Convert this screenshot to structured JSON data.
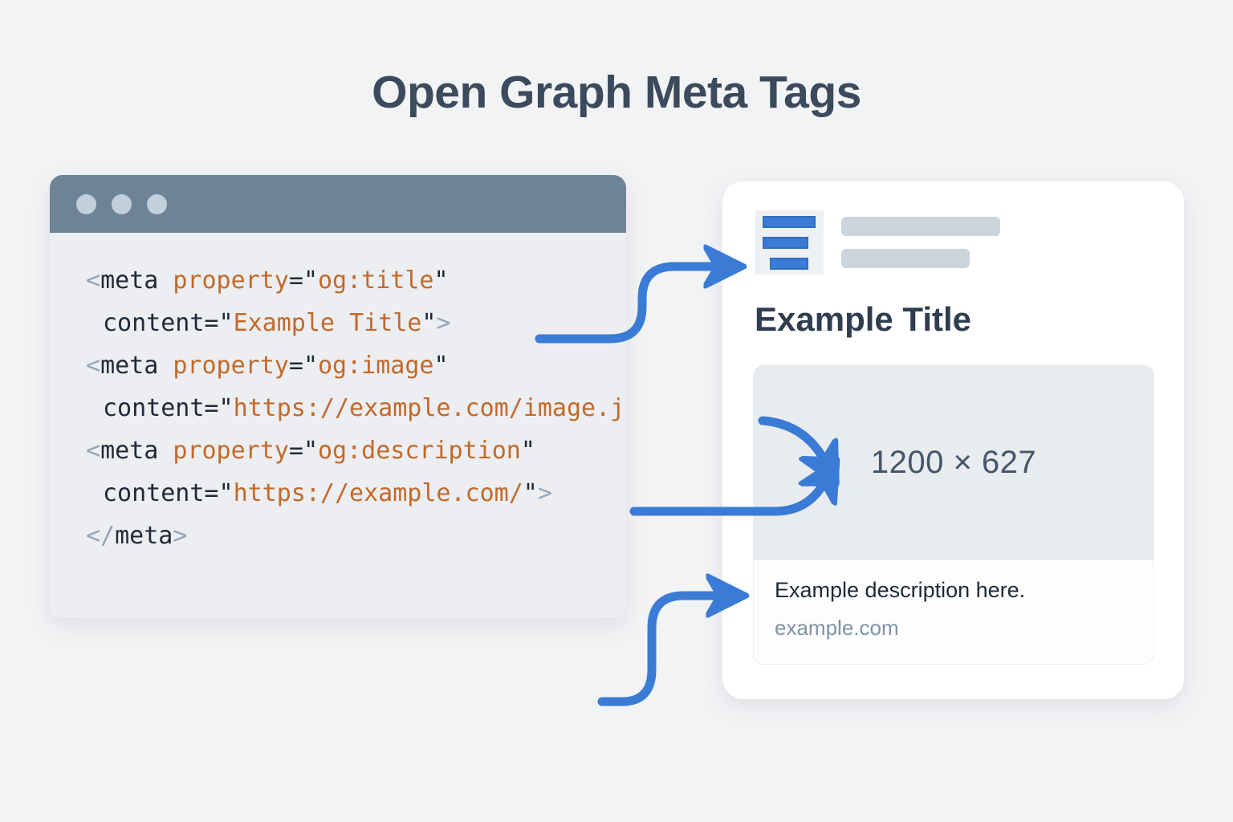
{
  "page": {
    "title": "Open Graph Meta Tags",
    "background_color": "#f2f3f5",
    "accent_color": "#3a7bd5",
    "title_color": "#3b4a5c"
  },
  "code_window": {
    "titlebar_color": "#6f8397",
    "dot_color": "#c2d0dc",
    "background_color": "#eceef1",
    "traffic_lights": [
      "close-dot",
      "minimize-dot",
      "maximize-dot"
    ],
    "syntax_colors": {
      "bracket": "#93a5b8",
      "tag": "#1f2937",
      "attribute": "#c2692a",
      "value": "#c2692a"
    },
    "lines": [
      {
        "indent": false,
        "parts": [
          {
            "type": "bracket",
            "text": "<"
          },
          {
            "type": "tag",
            "text": "meta"
          },
          {
            "type": "plain",
            "text": " "
          },
          {
            "type": "attr",
            "text": "property"
          },
          {
            "type": "plain",
            "text": "="
          },
          {
            "type": "quote",
            "text": "\""
          },
          {
            "type": "val",
            "text": "og:title"
          },
          {
            "type": "quote",
            "text": "\""
          }
        ]
      },
      {
        "indent": true,
        "parts": [
          {
            "type": "plain",
            "text": "content="
          },
          {
            "type": "quote",
            "text": "\""
          },
          {
            "type": "val",
            "text": "Example Title"
          },
          {
            "type": "quote",
            "text": "\""
          },
          {
            "type": "bracket",
            "text": ">"
          }
        ]
      },
      {
        "indent": false,
        "parts": [
          {
            "type": "bracket",
            "text": "<"
          },
          {
            "type": "tag",
            "text": "meta"
          },
          {
            "type": "plain",
            "text": " "
          },
          {
            "type": "attr",
            "text": "property"
          },
          {
            "type": "plain",
            "text": "="
          },
          {
            "type": "quote",
            "text": "\""
          },
          {
            "type": "val",
            "text": "og:image"
          },
          {
            "type": "quote",
            "text": "\""
          }
        ]
      },
      {
        "indent": true,
        "parts": [
          {
            "type": "plain",
            "text": "content="
          },
          {
            "type": "quote",
            "text": "\""
          },
          {
            "type": "val",
            "text": "https://example.com/image.jpg"
          },
          {
            "type": "quote",
            "text": "\""
          }
        ]
      },
      {
        "indent": false,
        "parts": [
          {
            "type": "bracket",
            "text": "<"
          },
          {
            "type": "tag",
            "text": "meta"
          },
          {
            "type": "plain",
            "text": " "
          },
          {
            "type": "attr",
            "text": "property"
          },
          {
            "type": "plain",
            "text": "="
          },
          {
            "type": "quote",
            "text": "\""
          },
          {
            "type": "val",
            "text": "og:description"
          },
          {
            "type": "quote",
            "text": "\""
          }
        ]
      },
      {
        "indent": true,
        "parts": [
          {
            "type": "plain",
            "text": "content="
          },
          {
            "type": "quote",
            "text": "\""
          },
          {
            "type": "val",
            "text": "https://example.com/"
          },
          {
            "type": "quote",
            "text": "\""
          },
          {
            "type": "bracket",
            "text": ">"
          }
        ]
      },
      {
        "indent": false,
        "parts": [
          {
            "type": "bracket",
            "text": "</"
          },
          {
            "type": "tag",
            "text": "meta"
          },
          {
            "type": "bracket",
            "text": ">"
          }
        ]
      }
    ]
  },
  "preview": {
    "logo_icon": "hamburger-logo-icon",
    "logo_bar_color": "#3a7bd5",
    "placeholder_bar_color": "#ccd5de",
    "title": "Example Title",
    "image_dimensions": "1200 × 627",
    "description": "Example description here.",
    "url": "example.com",
    "card_background": "#ffffff",
    "image_placeholder_background": "#e9ecef"
  },
  "arrows": [
    {
      "name": "arrow-og-title-to-header",
      "color": "#3a7bd5",
      "from": "og:title content line",
      "to": "preview header logo"
    },
    {
      "name": "arrow-og-image-to-image",
      "color": "#3a7bd5",
      "from": "og:image content line",
      "to": "image placeholder"
    },
    {
      "name": "arrow-og-url-to-image",
      "color": "#3a7bd5",
      "from": "og:description content line",
      "to": "image placeholder"
    },
    {
      "name": "arrow-og-description-to-description",
      "color": "#3a7bd5",
      "from": "below code window",
      "to": "description text"
    }
  ]
}
